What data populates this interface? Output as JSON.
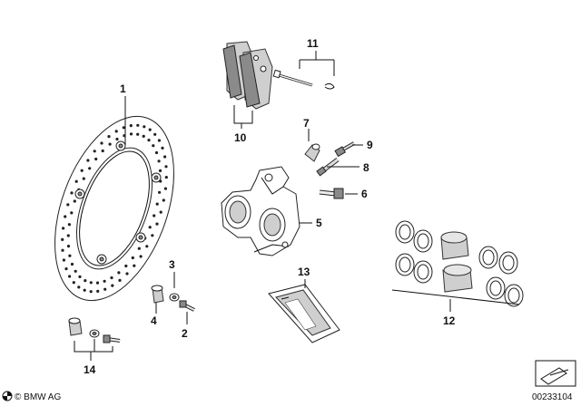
{
  "callouts": {
    "c1": "1",
    "c2": "2",
    "c3": "3",
    "c4": "4",
    "c5": "5",
    "c6": "6",
    "c7": "7",
    "c8": "8",
    "c9": "9",
    "c10": "10",
    "c11": "11",
    "c12": "12",
    "c13": "13",
    "c14": "14"
  },
  "footer": {
    "copyright": "© BMW AG",
    "diagram_number": "00233104"
  },
  "icons": [
    "bmw-logo-icon",
    "catalog-arrow-icon"
  ]
}
